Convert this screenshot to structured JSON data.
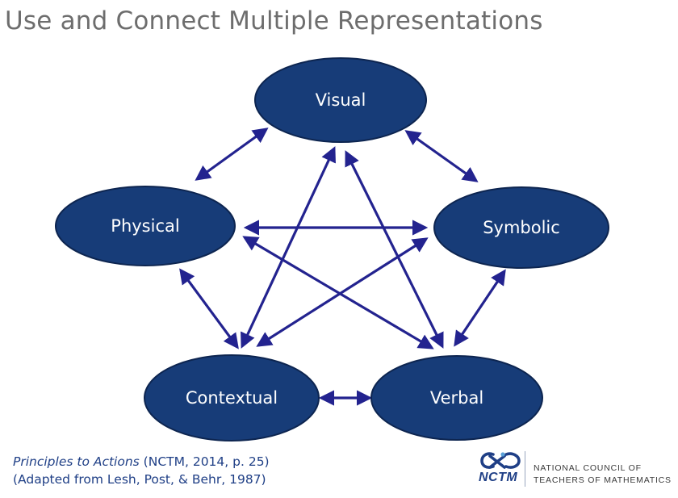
{
  "title": "Use and Connect Multiple Representations",
  "nodes": {
    "visual": "Visual",
    "physical": "Physical",
    "symbolic": "Symbolic",
    "contextual": "Contextual",
    "verbal": "Verbal"
  },
  "citation": {
    "book": "Principles to Actions",
    "source": " (NCTM, 2014, p. 25)",
    "adapted": "(Adapted from Lesh, Post, & Behr, 1987)"
  },
  "logo": {
    "acronym": "NCTM",
    "name_line1": "NATIONAL COUNCIL OF",
    "name_line2": "TEACHERS OF MATHEMATICS"
  },
  "colors": {
    "node_fill": "#173c78",
    "node_stroke": "#0d2550",
    "arrow": "#23238f",
    "title": "#6d6d6d",
    "citation": "#1f3f86"
  }
}
